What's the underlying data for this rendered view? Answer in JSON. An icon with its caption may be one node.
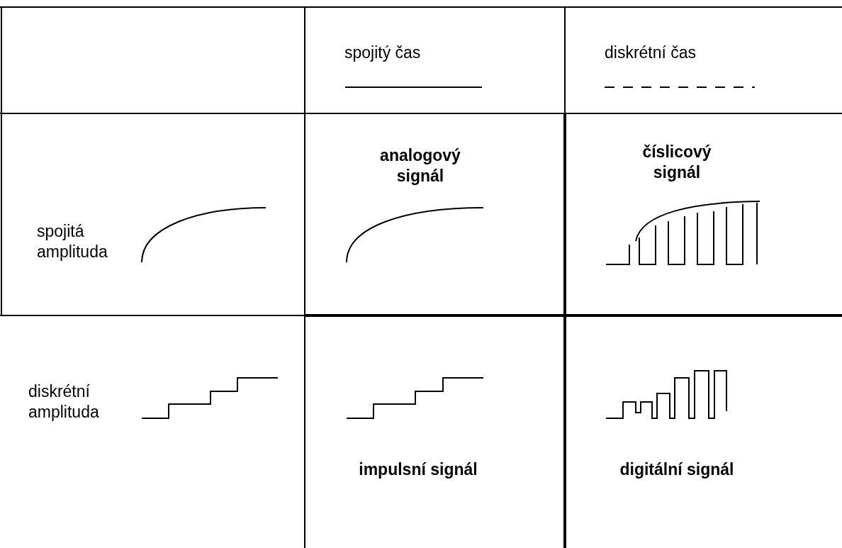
{
  "diagram": {
    "labels": [
      "spojitý čas",
      "diskrétní čas",
      "spojitá amplituda",
      "analogový signál",
      "číslicový signál",
      "diskrétní amplituda",
      "impulsní signál",
      "digitální signál"
    ]
  }
}
